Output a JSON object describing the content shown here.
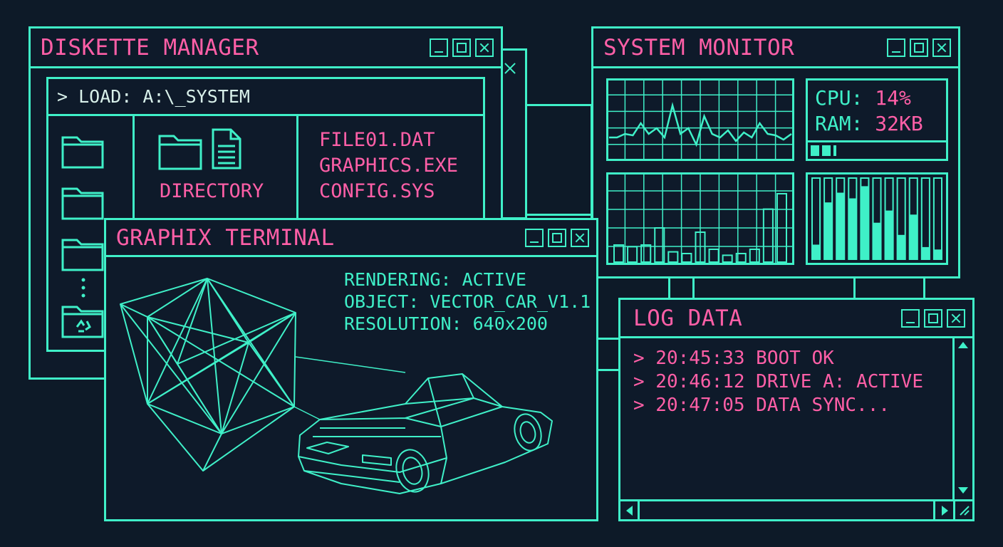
{
  "colors": {
    "accent": "#3ff0c8",
    "text_pink": "#ff5fa7",
    "background": "#0d1a28"
  },
  "diskette": {
    "title": "DISKETTE MANAGER",
    "path": "> LOAD: A:\\_SYSTEM",
    "sidebar_icons": [
      "folder-icon",
      "folder-icon",
      "folder-icon",
      "ellipsis-icon",
      "recycle-folder-icon"
    ],
    "directory_label": "DIRECTORY",
    "files": [
      "FILE01.DAT",
      "GRAPHICS.EXE",
      "CONFIG.SYS"
    ]
  },
  "sysmon": {
    "title": "SYSTEM MONITOR",
    "cpu_label": "CPU:",
    "cpu_value": "14%",
    "ram_label": "RAM:",
    "ram_value": "32KB",
    "ram_fill": 0.19,
    "line_graph": [
      0.25,
      0.25,
      0.3,
      0.28,
      0.45,
      0.3,
      0.38,
      0.25,
      0.7,
      0.3,
      0.38,
      0.15,
      0.55,
      0.3,
      0.25,
      0.35,
      0.2,
      0.32,
      0.25,
      0.45,
      0.3,
      0.28,
      0.22,
      0.3
    ],
    "bar_graph": [
      0.2,
      0.18,
      0.2,
      0.4,
      0.12,
      0.1,
      0.35,
      0.15,
      0.08,
      0.1,
      0.15,
      0.62,
      0.8
    ],
    "level_bars": [
      0.18,
      0.7,
      0.82,
      0.75,
      0.9,
      0.45,
      0.6,
      0.3,
      0.55,
      0.15,
      0.12
    ]
  },
  "graphix": {
    "title": "GRAPHIX TERMINAL",
    "info": [
      "RENDERING: ACTIVE",
      "OBJECT: VECTOR_CAR_V1.1",
      "RESOLUTION: 640x200"
    ]
  },
  "log": {
    "title": "LOG DATA",
    "lines": [
      "> 20:45:33 BOOT OK",
      "> 20:46:12 DRIVE A: ACTIVE",
      "> 20:47:05 DATA SYNC..."
    ]
  }
}
